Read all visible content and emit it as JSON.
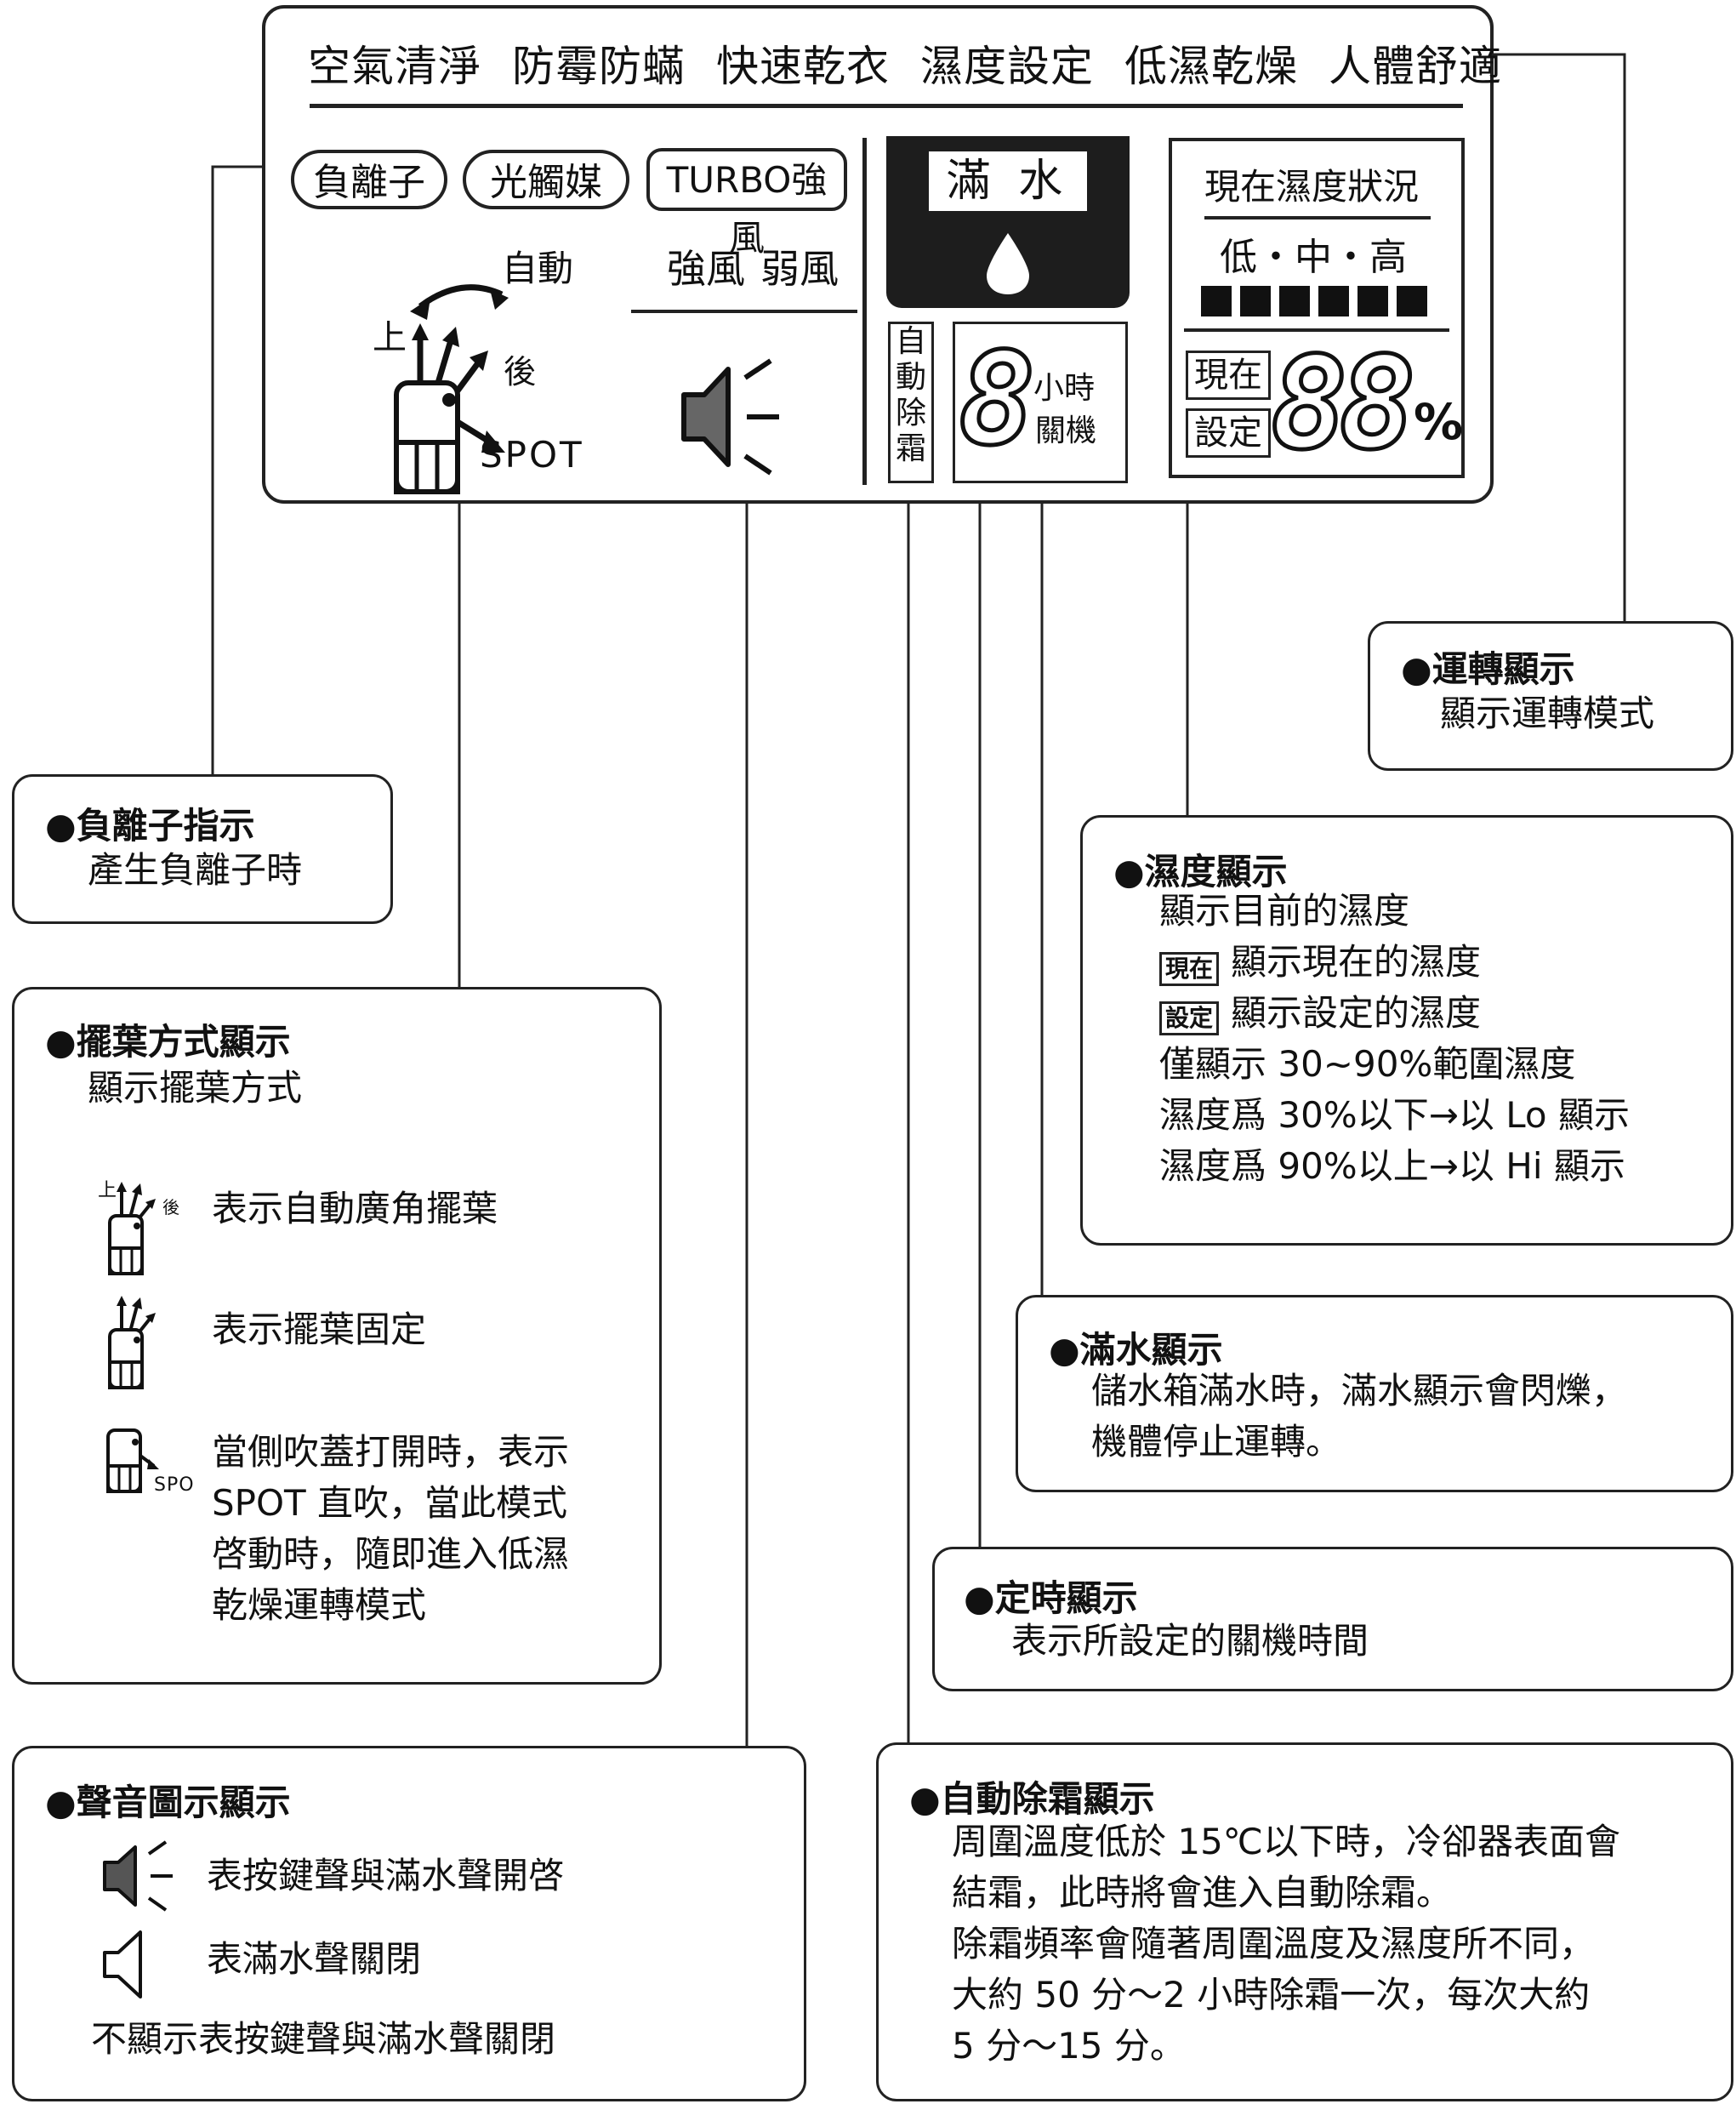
{
  "panel": {
    "modes": [
      "空氣清淨",
      "防霉防蟎",
      "快速乾衣",
      "濕度設定",
      "低濕乾燥",
      "人體舒適"
    ],
    "ion_label": "負離子",
    "photocatalyst_label": "光觸媒",
    "turbo_label": "TURBO強風",
    "fan_strong": "強風",
    "fan_weak": "弱風",
    "auto_label": "自動",
    "up_label": "上",
    "back_label": "後",
    "spot_label": "SPOT",
    "full_water_label": "滿 水",
    "defrost_label": "自動除霜",
    "timer_digit": "8",
    "timer_unit_1": "小時",
    "timer_unit_2": "關機",
    "humidity_title": "現在濕度狀況",
    "humidity_levels": "低・中・高",
    "now_tag": "現在",
    "set_tag": "設定",
    "humidity_digits": "88",
    "percent": "%"
  },
  "callouts": {
    "operation": {
      "title": "●運轉顯示",
      "lines": [
        "顯示運轉模式"
      ]
    },
    "ion": {
      "title": "●負離子指示",
      "lines": [
        "產生負離子時"
      ]
    },
    "humidity": {
      "title": "●濕度顯示",
      "lines": [
        "顯示目前的濕度",
        "顯示現在的濕度",
        "顯示設定的濕度",
        "僅顯示 30~90%範圍濕度",
        "濕度爲 30%以下→以 Lo 顯示",
        "濕度爲 90%以上→以 Hi 顯示"
      ],
      "now_tag": "現在",
      "set_tag": "設定"
    },
    "louver": {
      "title": "●擺葉方式顯示",
      "lines": [
        "顯示擺葉方式"
      ],
      "auto_desc": "表示自動廣角擺葉",
      "fixed_desc": "表示擺葉固定",
      "spot_desc": [
        "當側吹蓋打開時，表示",
        "SPOT 直吹，當此模式",
        "啓動時，隨即進入低濕",
        "乾燥運轉模式"
      ],
      "mini_up": "上",
      "mini_back": "後",
      "mini_spot": "SPO"
    },
    "full_water": {
      "title": "●滿水顯示",
      "lines": [
        "儲水箱滿水時，滿水顯示會閃爍，",
        "機體停止運轉。"
      ]
    },
    "timer": {
      "title": "●定時顯示",
      "lines": [
        "表示所設定的關機時間"
      ]
    },
    "sound": {
      "title": "●聲音圖示顯示",
      "on_desc": "表按鍵聲與滿水聲開啓",
      "off_desc": "表滿水聲關閉",
      "none_desc": "不顯示表按鍵聲與滿水聲關閉"
    },
    "defrost": {
      "title": "●自動除霜顯示",
      "lines": [
        "周圍溫度低於 15℃以下時，冷卻器表面會",
        "結霜，此時將會進入自動除霜。",
        "除霜頻率會隨著周圍溫度及濕度所不同，",
        "大約 50 分～2 小時除霜一次，每次大約",
        "5 分～15 分。"
      ]
    }
  }
}
